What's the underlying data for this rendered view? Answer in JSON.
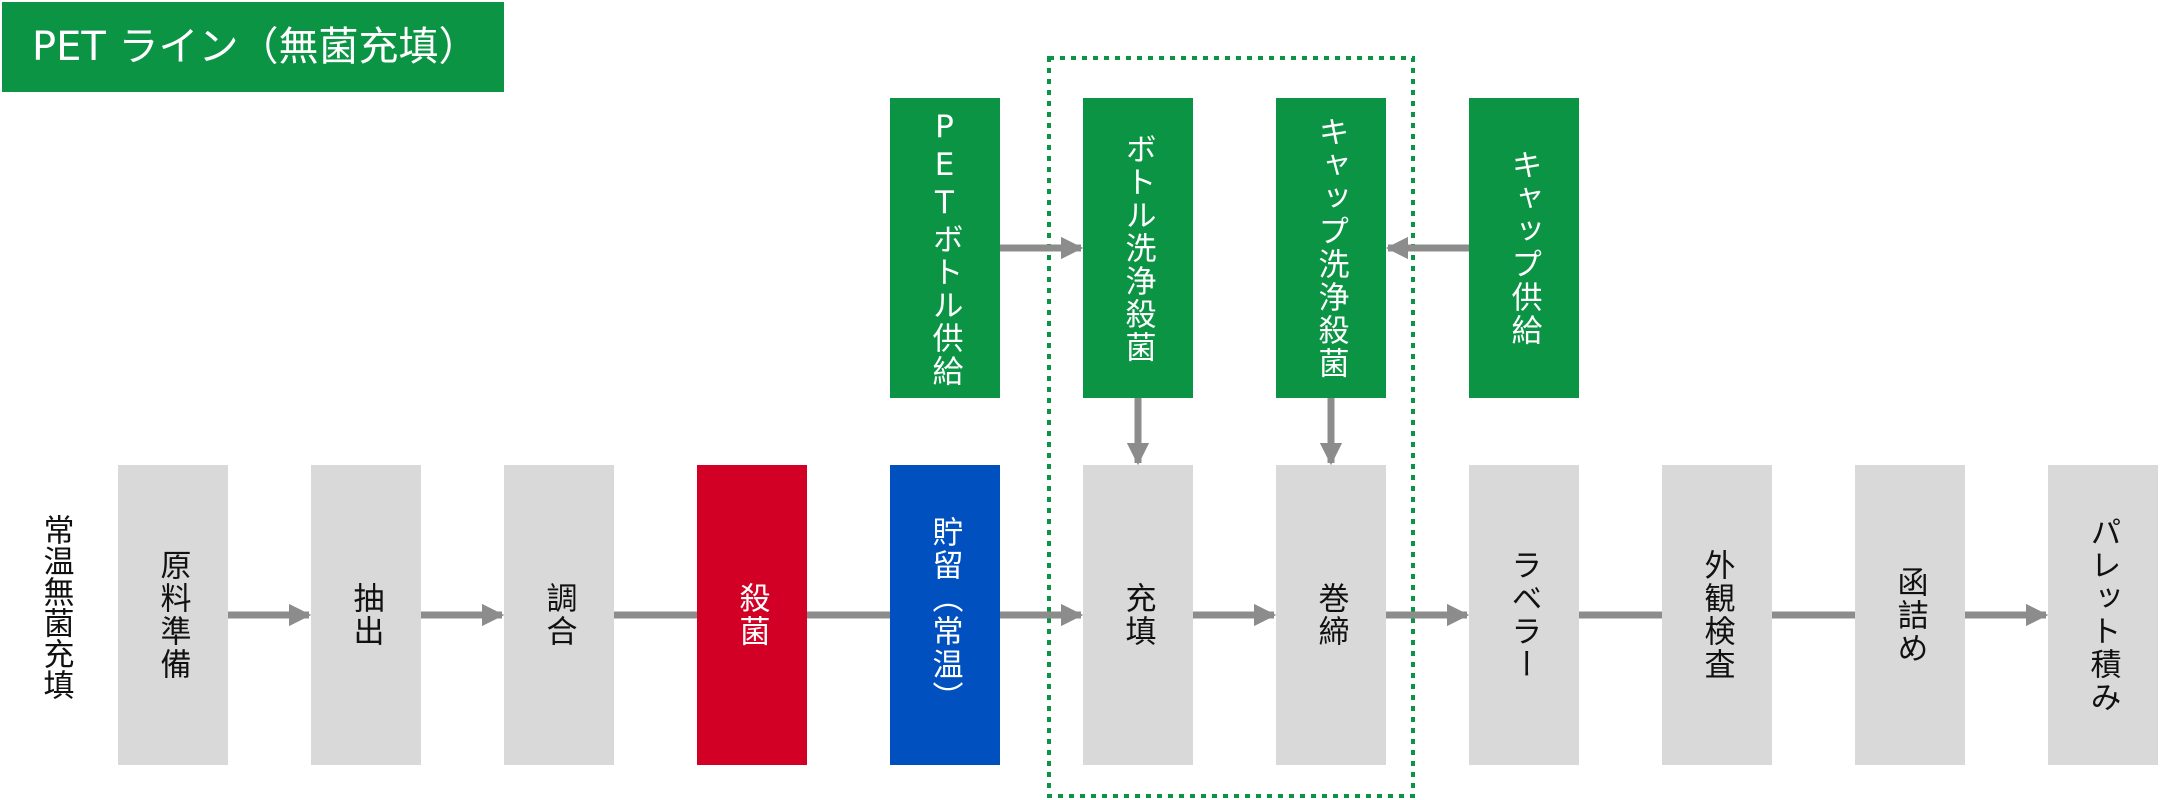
{
  "title": "PET ライン（無菌充填）",
  "side_label": "常温無菌充填",
  "main_flow": [
    {
      "label": "原料準備",
      "style": "grey"
    },
    {
      "label": "抽出",
      "style": "grey"
    },
    {
      "label": "調合",
      "style": "grey"
    },
    {
      "label": "殺菌",
      "style": "red"
    },
    {
      "label": "貯留（常温）",
      "style": "blue"
    },
    {
      "label": "充填",
      "style": "grey"
    },
    {
      "label": "巻締",
      "style": "grey"
    },
    {
      "label": "ラベラー",
      "style": "grey"
    },
    {
      "label": "外観検査",
      "style": "grey"
    },
    {
      "label": "函詰め",
      "style": "grey"
    },
    {
      "label": "パレット積み",
      "style": "grey"
    }
  ],
  "supply_flow": [
    {
      "label": "PETボトル供給",
      "style": "green"
    },
    {
      "label": "ボトル洗浄殺菌",
      "style": "green"
    },
    {
      "label": "キャップ洗浄殺菌",
      "style": "green"
    },
    {
      "label": "キャップ供給",
      "style": "green"
    }
  ],
  "colors": {
    "green": "#0a9444",
    "red": "#d10024",
    "blue": "#0050c0",
    "grey_box": "#d9d9d9",
    "arrow": "#8c8c8c",
    "dotted_frame": "#0a9444"
  }
}
